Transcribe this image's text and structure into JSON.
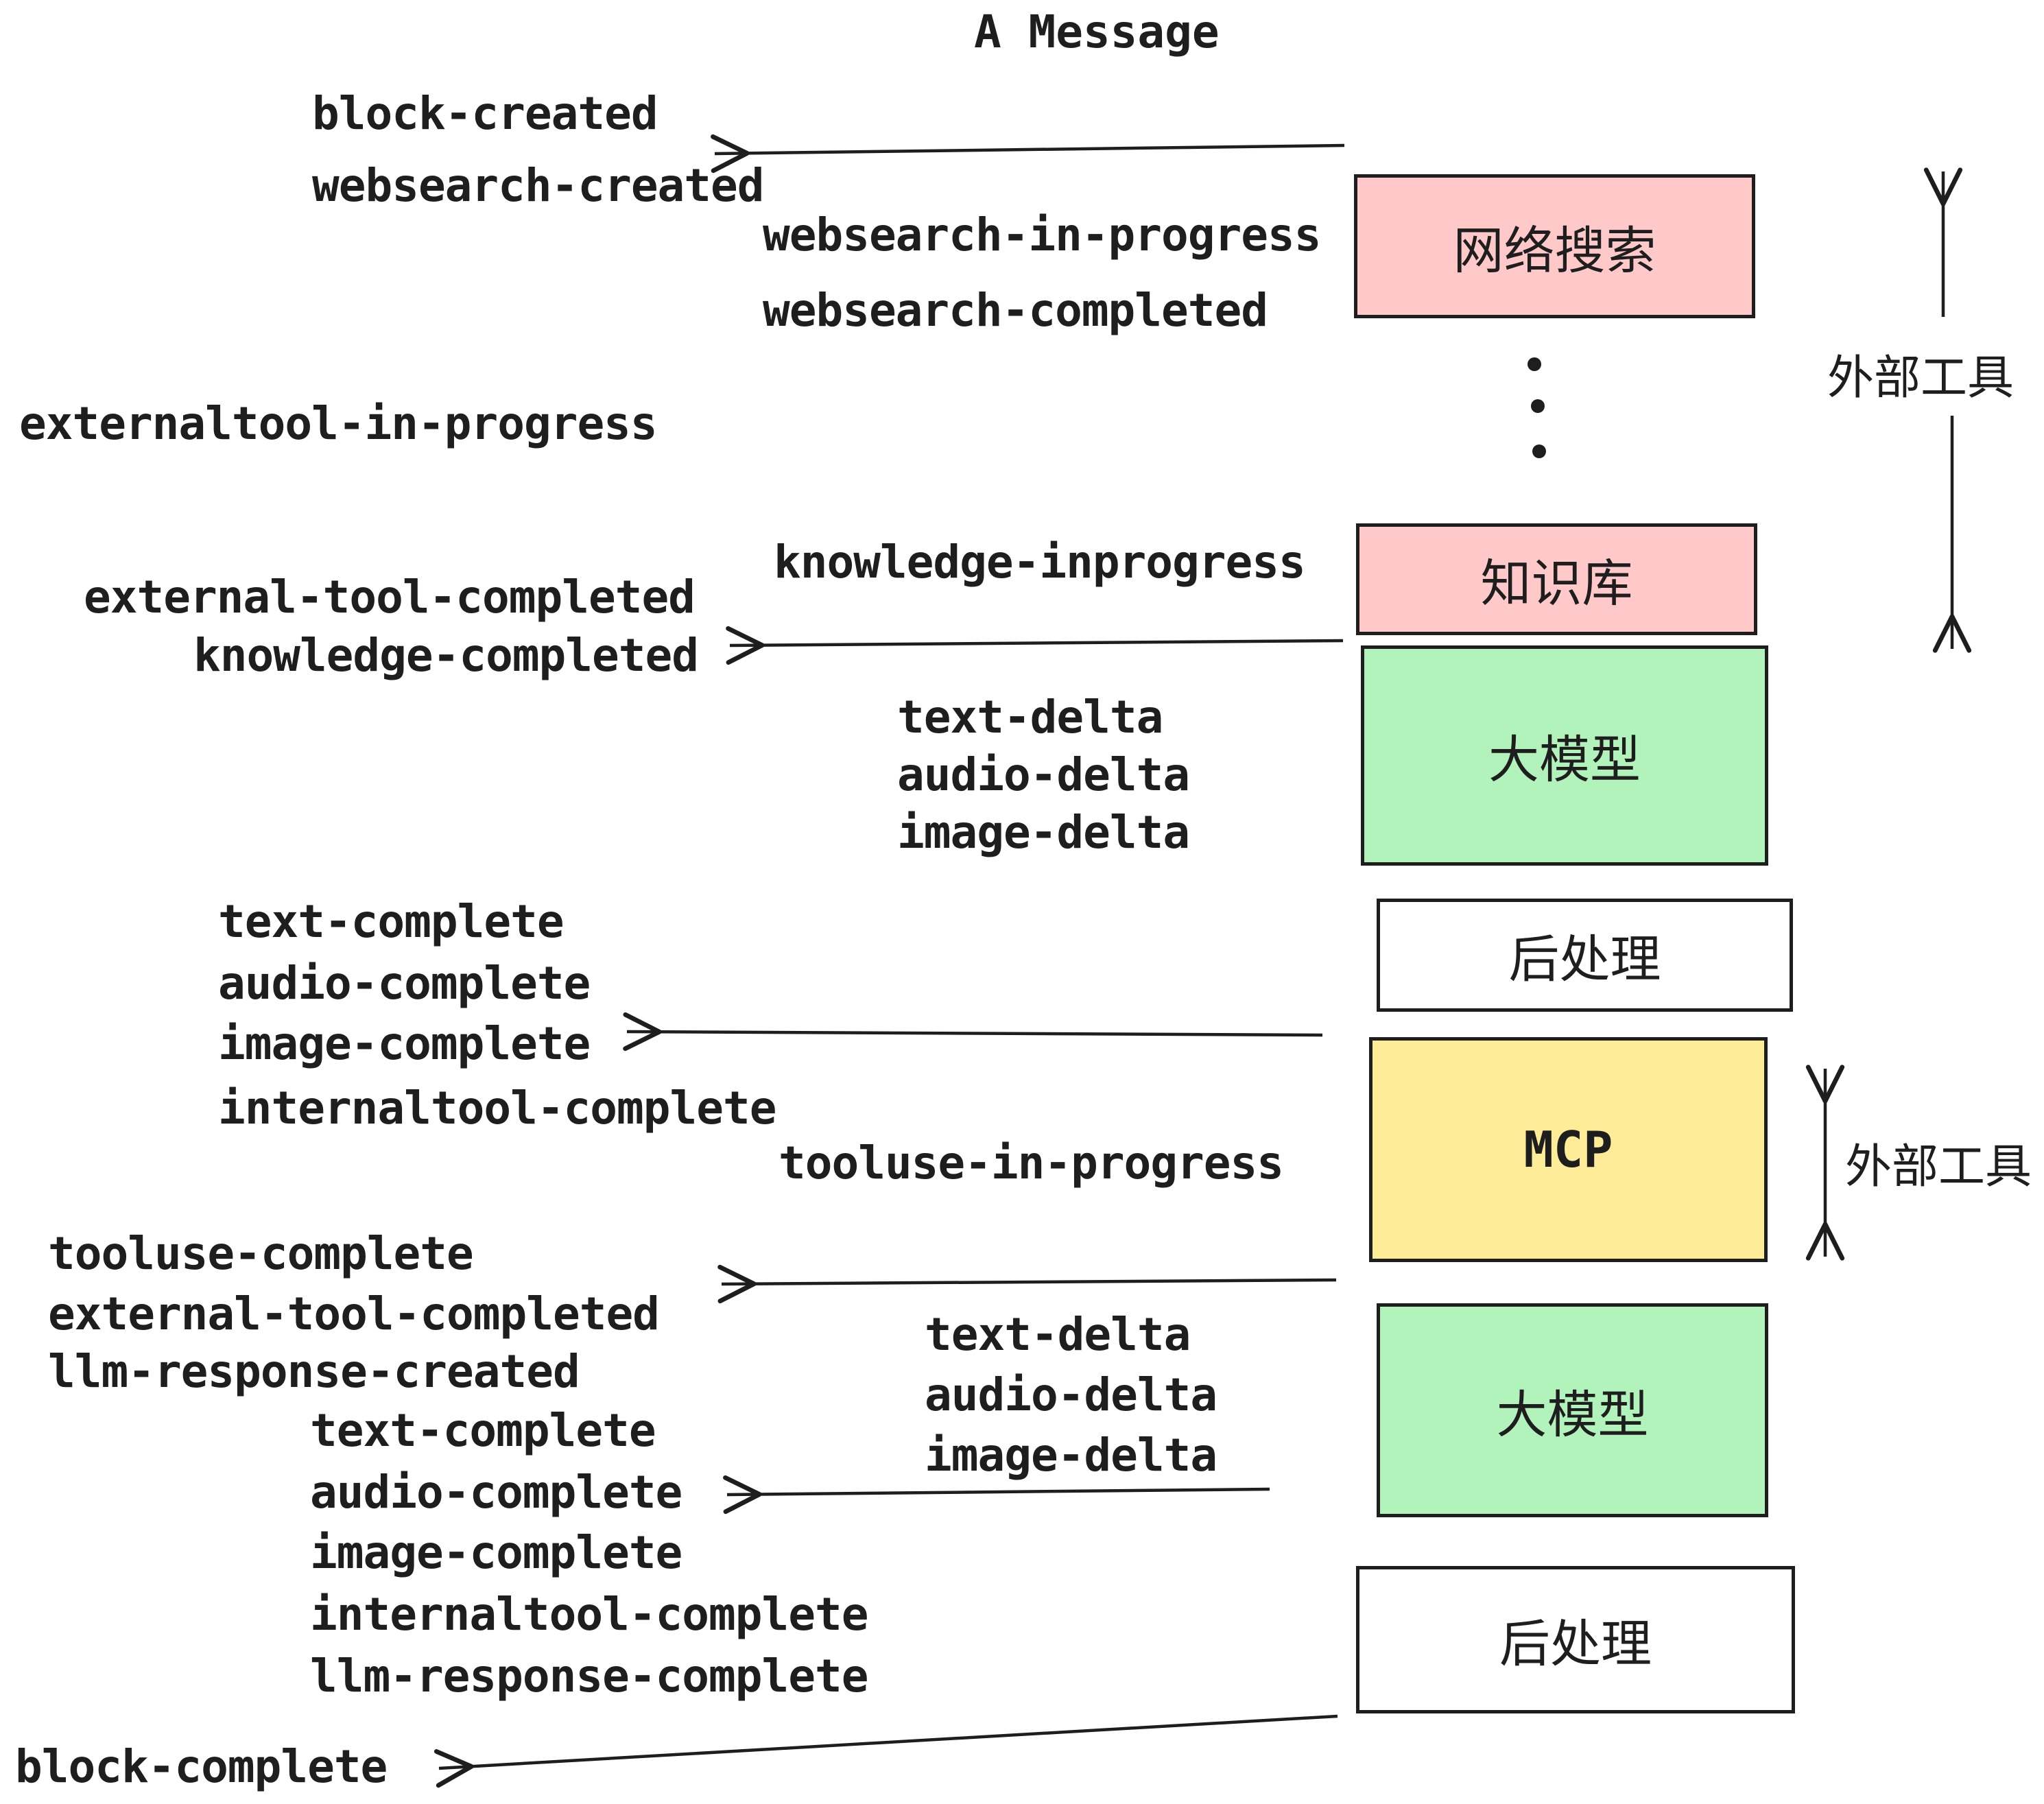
{
  "title": "A Message",
  "colors": {
    "stroke": "#1e1e1e",
    "pink": "#ffc9c9",
    "green": "#b2f2bb",
    "yellow": "#ffec99",
    "white": "#ffffff"
  },
  "events": {
    "block_created": "block-created",
    "websearch_created": "websearch-created",
    "websearch_in_progress": "websearch-in-progress",
    "websearch_completed": "websearch-completed",
    "externaltool_in_progress": "externaltool-in-progress",
    "knowledge_inprogress": "knowledge-inprogress",
    "external_tool_completed_a": "external-tool-completed",
    "knowledge_completed": "knowledge-completed",
    "text_delta_a": "text-delta",
    "audio_delta_a": "audio-delta",
    "image_delta_a": "image-delta",
    "text_complete_a": "text-complete",
    "audio_complete_a": "audio-complete",
    "image_complete_a": "image-complete",
    "internaltool_complete_a": "internaltool-complete",
    "tooluse_in_progress": "tooluse-in-progress",
    "tooluse_complete": "tooluse-complete",
    "external_tool_completed_b": "external-tool-completed",
    "llm_response_created": "llm-response-created",
    "text_complete_b": "text-complete",
    "audio_complete_b": "audio-complete",
    "image_complete_b": "image-complete",
    "internaltool_complete_b": "internaltool-complete",
    "llm_response_complete": "llm-response-complete",
    "block_complete": "block-complete"
  },
  "boxes": {
    "websearch": {
      "label": "网络搜索",
      "fill": "#ffc9c9"
    },
    "knowledge": {
      "label": "知识库",
      "fill": "#ffc9c9"
    },
    "llm1": {
      "label": "大模型",
      "fill": "#b2f2bb"
    },
    "post1": {
      "label": "后处理",
      "fill": "#ffffff"
    },
    "mcp": {
      "label": "MCP",
      "fill": "#ffec99"
    },
    "llm2": {
      "label": "大模型",
      "fill": "#b2f2bb"
    },
    "post2": {
      "label": "后处理",
      "fill": "#ffffff"
    }
  },
  "annotations": {
    "external_tools_top": "外部工具",
    "external_tools_mcp": "外部工具"
  },
  "arrows": [
    {
      "name": "arrow-to-block-created",
      "direction": "left"
    },
    {
      "name": "arrow-to-knowledge-completed",
      "direction": "left"
    },
    {
      "name": "arrow-to-image-complete",
      "direction": "left"
    },
    {
      "name": "arrow-to-tooluse-complete",
      "direction": "left"
    },
    {
      "name": "arrow-to-audio-complete",
      "direction": "left"
    },
    {
      "name": "arrow-to-block-complete",
      "direction": "left"
    },
    {
      "name": "external-tools-range-top",
      "direction": "up-down"
    },
    {
      "name": "external-tools-range-mcp",
      "direction": "up-down"
    }
  ]
}
